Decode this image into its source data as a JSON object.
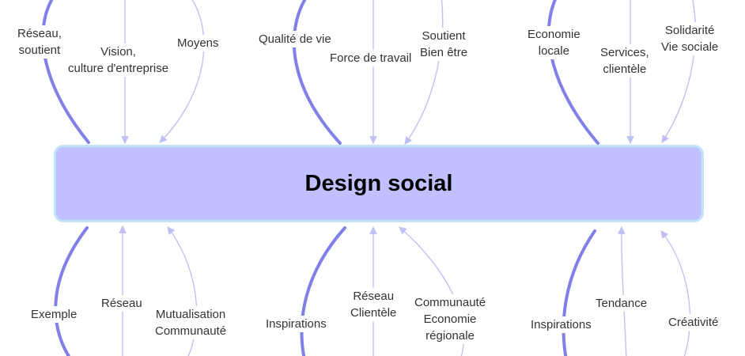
{
  "center": {
    "title": "Design social"
  },
  "colors": {
    "thick": "#8080e8",
    "thin": "#c0c0f4",
    "node_fill": "#c0c0ff",
    "node_border": "#bfe3f7",
    "text": "#333333"
  },
  "branches": [
    {
      "id": "reseau-soutient",
      "label": "Réseau,\nsoutient"
    },
    {
      "id": "vision",
      "label": "Vision,\nculture d'entreprise"
    },
    {
      "id": "moyens",
      "label": "Moyens"
    },
    {
      "id": "qualite-de-vie",
      "label": "Qualité de vie"
    },
    {
      "id": "force-de-travail",
      "label": "Force de travail"
    },
    {
      "id": "soutient-bien-etre",
      "label": "Soutient\nBien être"
    },
    {
      "id": "economie-locale",
      "label": "Economie\nlocale"
    },
    {
      "id": "services-clientele",
      "label": "Services,\nclientèle"
    },
    {
      "id": "solidarite",
      "label": "Solidarité\nVie sociale"
    },
    {
      "id": "exemple",
      "label": "Exemple"
    },
    {
      "id": "reseau",
      "label": "Réseau"
    },
    {
      "id": "mutualisation",
      "label": "Mutualisation\nCommunauté"
    },
    {
      "id": "inspirations-1",
      "label": "Inspirations"
    },
    {
      "id": "reseau-clientele",
      "label": "Réseau\nClientèle"
    },
    {
      "id": "communaute-economie",
      "label": "Communauté\nEconomie\nrégionale"
    },
    {
      "id": "inspirations-2",
      "label": "Inspirations"
    },
    {
      "id": "tendance",
      "label": "Tendance"
    },
    {
      "id": "creativite",
      "label": "Créativité"
    }
  ]
}
